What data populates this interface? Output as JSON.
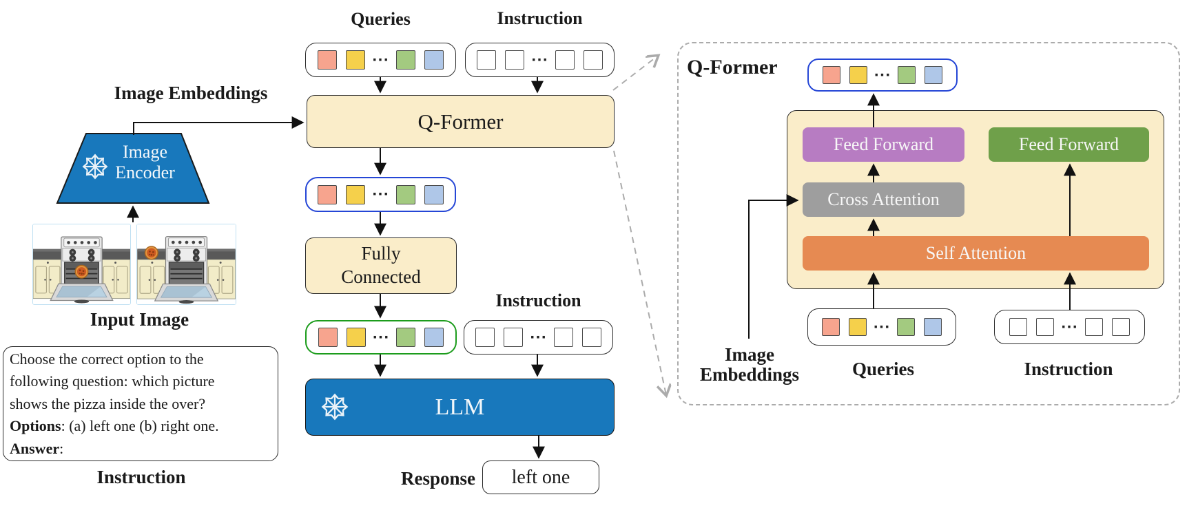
{
  "colors": {
    "tan": "#FAEDC9",
    "frozen_blue": "#1878BC",
    "purple": "#B77CC2",
    "green_module": "#6FA04A",
    "gray_module": "#9E9E9E",
    "orange_module": "#E68A52",
    "blue_token_border": "#2546D6",
    "green_token_border": "#1C9C1C",
    "dashed_gray": "#ABABAB"
  },
  "tokens": {
    "dots": "···",
    "colors": {
      "salmon": "#F7A48E",
      "yellow": "#F5D04B",
      "green": "#A3CA80",
      "blue": "#AFC7E8",
      "white": "#FFFFFF"
    },
    "query_row": [
      "salmon",
      "yellow",
      "dots",
      "green",
      "blue"
    ],
    "instruction_row": [
      "white",
      "white",
      "dots",
      "white",
      "white"
    ]
  },
  "main": {
    "queries_label": "Queries",
    "instruction_label_top": "Instruction",
    "qformer_label": "Q-Former",
    "fully_connected_label": "Fully Connected",
    "instruction_label_mid": "Instruction",
    "llm_label": "LLM",
    "response_label": "Response",
    "response_value": "left one"
  },
  "left": {
    "image_embeddings_label": "Image Embeddings",
    "image_encoder_label": "Image Encoder",
    "input_image_label": "Input Image",
    "instruction_caption": "Instruction",
    "instruction_lines": [
      [
        {
          "t": "Choose the correct option to the"
        }
      ],
      [
        {
          "t": "following question: which picture"
        }
      ],
      [
        {
          "t": "shows the pizza inside the over?"
        }
      ],
      [
        {
          "b": true,
          "t": "Options"
        },
        {
          "t": ": (a) left one (b) right one."
        }
      ],
      [
        {
          "b": true,
          "t": "Answer"
        },
        {
          "t": ":"
        }
      ]
    ]
  },
  "panel": {
    "title": "Q-Former",
    "feed_forward_left": "Feed Forward",
    "feed_forward_right": "Feed Forward",
    "cross_attention": "Cross Attention",
    "self_attention": "Self Attention",
    "image_embeddings_label": "Image Embeddings",
    "queries_label": "Queries",
    "instruction_label": "Instruction"
  }
}
